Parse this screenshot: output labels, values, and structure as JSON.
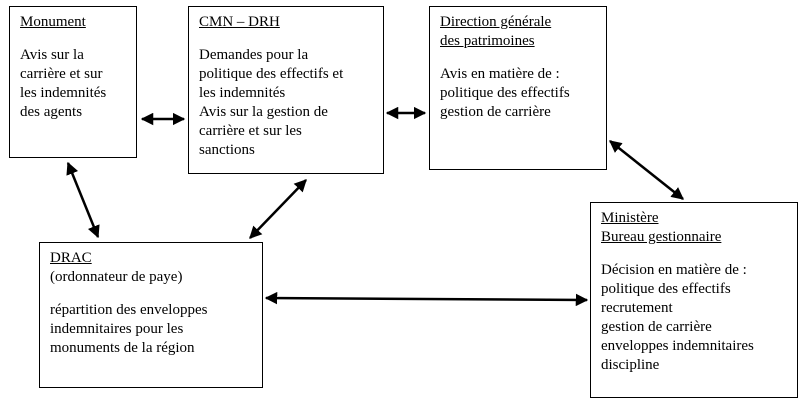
{
  "boxes": {
    "monument": {
      "title": "Monument",
      "lines": [
        "Avis sur la",
        "carrière et sur",
        "les indemnités",
        "des agents"
      ]
    },
    "cmn_drh": {
      "title": "CMN – DRH",
      "lines": [
        "Demandes pour la",
        "politique des effectifs et",
        "les indemnités",
        "Avis sur la gestion de",
        "carrière et sur les",
        "sanctions"
      ]
    },
    "direction": {
      "title_lines": [
        "Direction générale",
        "des patrimoines"
      ],
      "lines": [
        "Avis en matière de :",
        "politique des effectifs",
        "gestion de carrière"
      ]
    },
    "drac": {
      "title": "DRAC",
      "subtitle": "(ordonnateur de paye)",
      "lines": [
        "répartition des enveloppes",
        "indemnitaires pour les",
        "monuments de la région"
      ]
    },
    "ministere": {
      "title_lines": [
        "Ministère",
        "Bureau gestionnaire"
      ],
      "lines": [
        "Décision en matière de :",
        "politique des effectifs",
        "recrutement",
        "gestion de carrière",
        "enveloppes indemnitaires",
        "discipline"
      ]
    }
  }
}
